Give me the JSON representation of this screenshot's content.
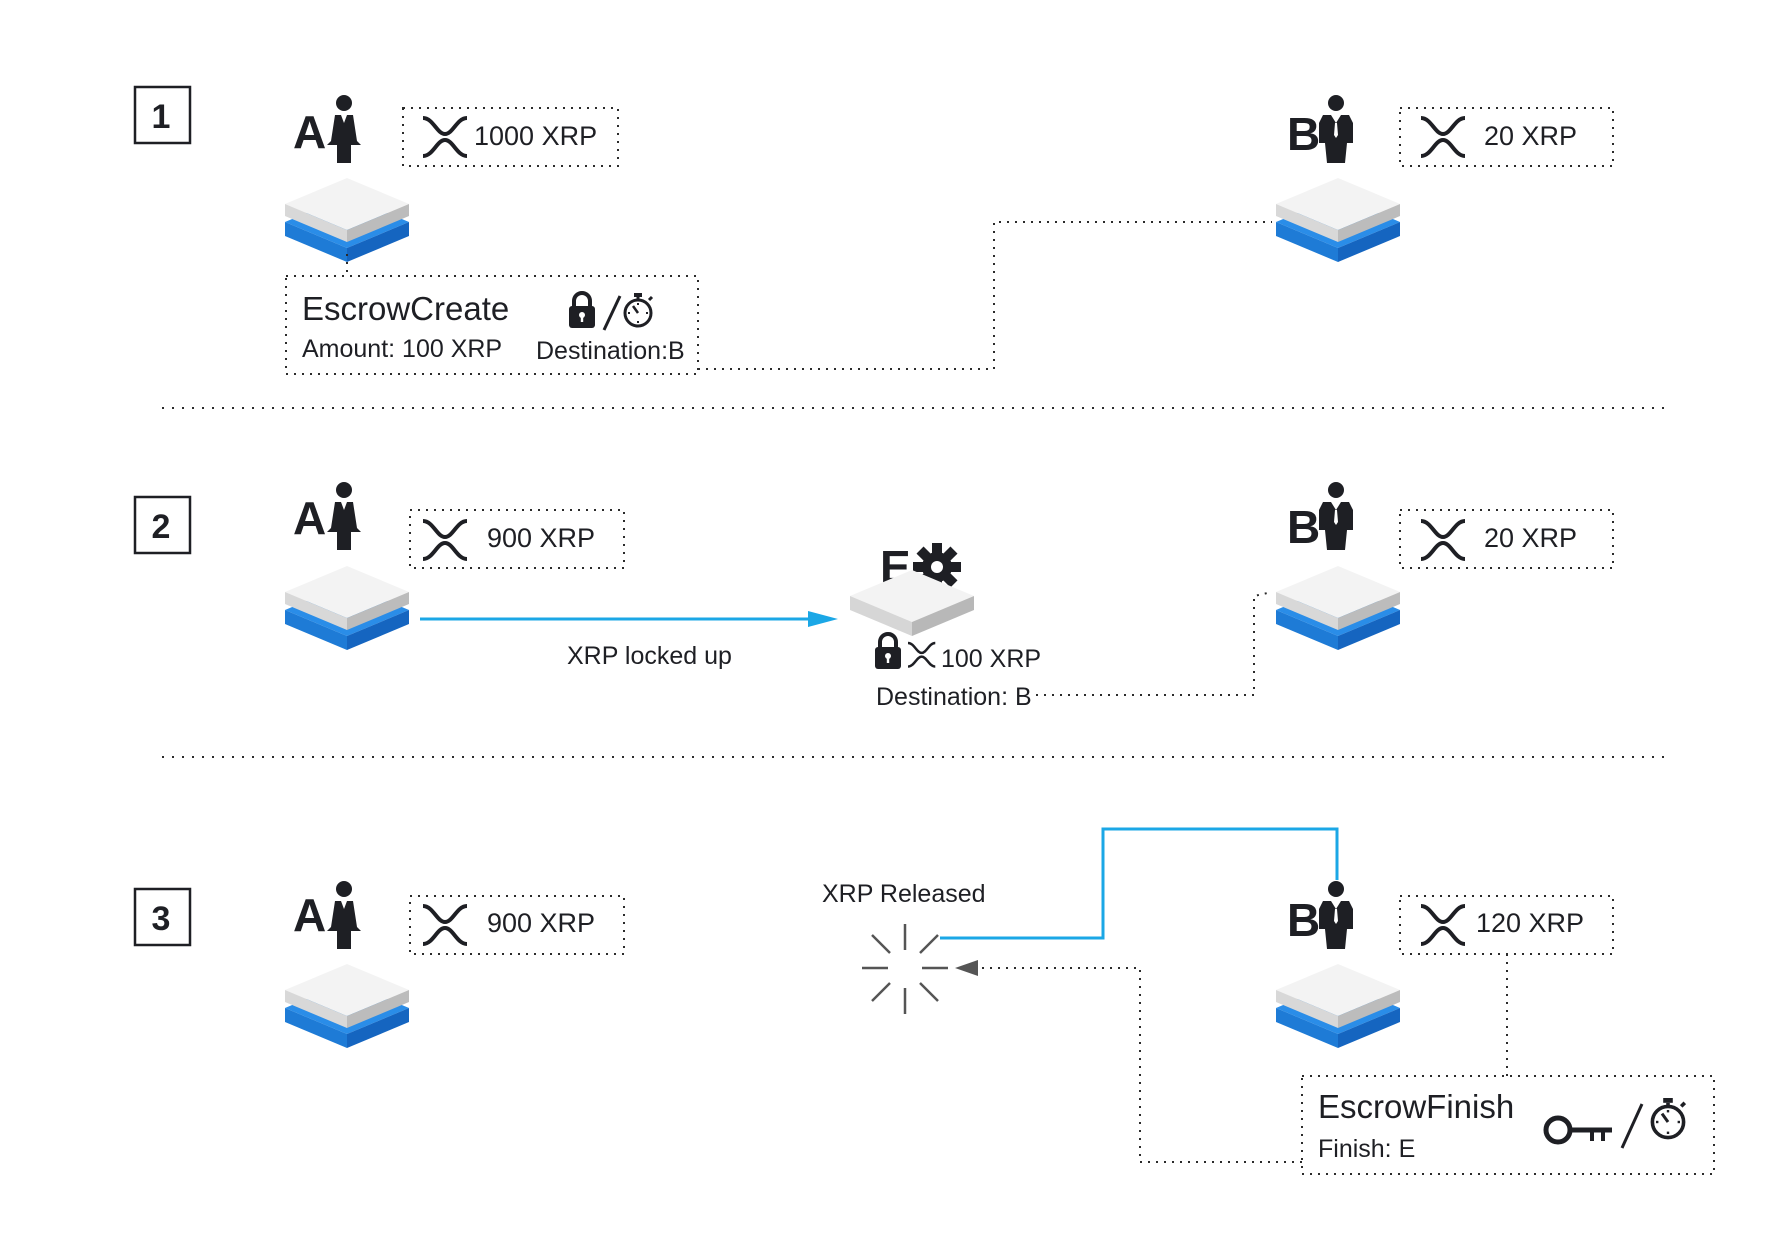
{
  "diagram": {
    "steps": [
      "1",
      "2",
      "3"
    ],
    "account_a_label": "A",
    "account_b_label": "B",
    "escrow_label": "E",
    "step1": {
      "a_balance": "1000 XRP",
      "b_balance": "20 XRP",
      "tx_title": "EscrowCreate",
      "tx_amount": "Amount: 100 XRP",
      "tx_destination": "Destination:B"
    },
    "step2": {
      "a_balance": "900 XRP",
      "b_balance": "20 XRP",
      "arrow_label": "XRP locked up",
      "escrow_amount": "100 XRP",
      "escrow_destination": "Destination: B"
    },
    "step3": {
      "a_balance": "900 XRP",
      "b_balance": "120 XRP",
      "release_label": "XRP Released",
      "tx_title": "EscrowFinish",
      "tx_finish": "Finish: E"
    }
  },
  "colors": {
    "ink": "#1e1f24",
    "flow_line": "#1ba7e6",
    "ledger_top": "#eeeeee",
    "ledger_blue": "#2a8de8",
    "ledger_blue_dark": "#1565c0",
    "dotted": "#2b2b2b"
  },
  "icons": [
    "person-female-icon",
    "person-male-icon",
    "xrp-icon",
    "lock-icon",
    "stopwatch-icon",
    "gear-icon",
    "key-icon",
    "burst-icon",
    "ledger-icon"
  ]
}
